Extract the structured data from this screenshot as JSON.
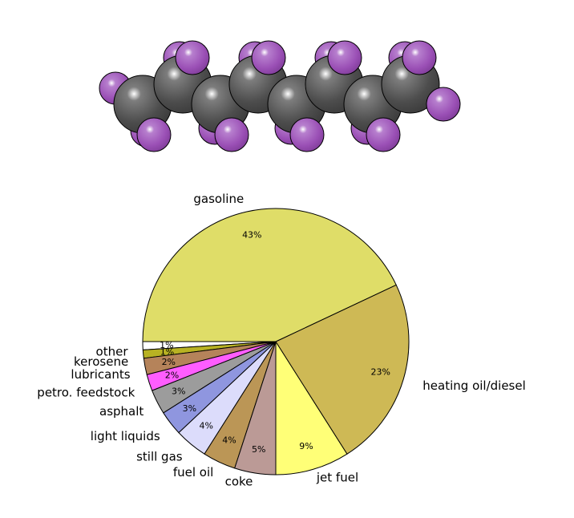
{
  "molecule": {
    "name": "",
    "carbon_color": "#4d4d4d",
    "hydrogen_color": "#9a4fb5"
  },
  "chart_data": {
    "type": "pie",
    "title": "",
    "start_angle_deg": 180,
    "direction": "counterclockwise",
    "slices": [
      {
        "label": "other",
        "pct_label": "1%",
        "value": 1,
        "color": "#ffffff"
      },
      {
        "label": "kerosene",
        "pct_label": "1%",
        "value": 1,
        "color": "#b8b223"
      },
      {
        "label": "lubricants",
        "pct_label": "2%",
        "value": 2,
        "color": "#b5835a"
      },
      {
        "label": "petro. feedstock",
        "pct_label": "2%",
        "value": 2,
        "color": "#ff5dff"
      },
      {
        "label": "asphalt",
        "pct_label": "3%",
        "value": 3,
        "color": "#9c9c9c"
      },
      {
        "label": "light liquids",
        "pct_label": "3%",
        "value": 3,
        "color": "#8f96df"
      },
      {
        "label": "still gas",
        "pct_label": "4%",
        "value": 4,
        "color": "#dcdcfb"
      },
      {
        "label": "fuel oil",
        "pct_label": "4%",
        "value": 4,
        "color": "#bb9656"
      },
      {
        "label": "coke",
        "pct_label": "5%",
        "value": 5,
        "color": "#bb9a96"
      },
      {
        "label": "jet fuel",
        "pct_label": "9%",
        "value": 9,
        "color": "#ffff77"
      },
      {
        "label": "heating oil/diesel",
        "pct_label": "23%",
        "value": 23,
        "color": "#ceb955"
      },
      {
        "label": "gasoline",
        "pct_label": "43%",
        "value": 43,
        "color": "#dfdd68"
      }
    ]
  }
}
